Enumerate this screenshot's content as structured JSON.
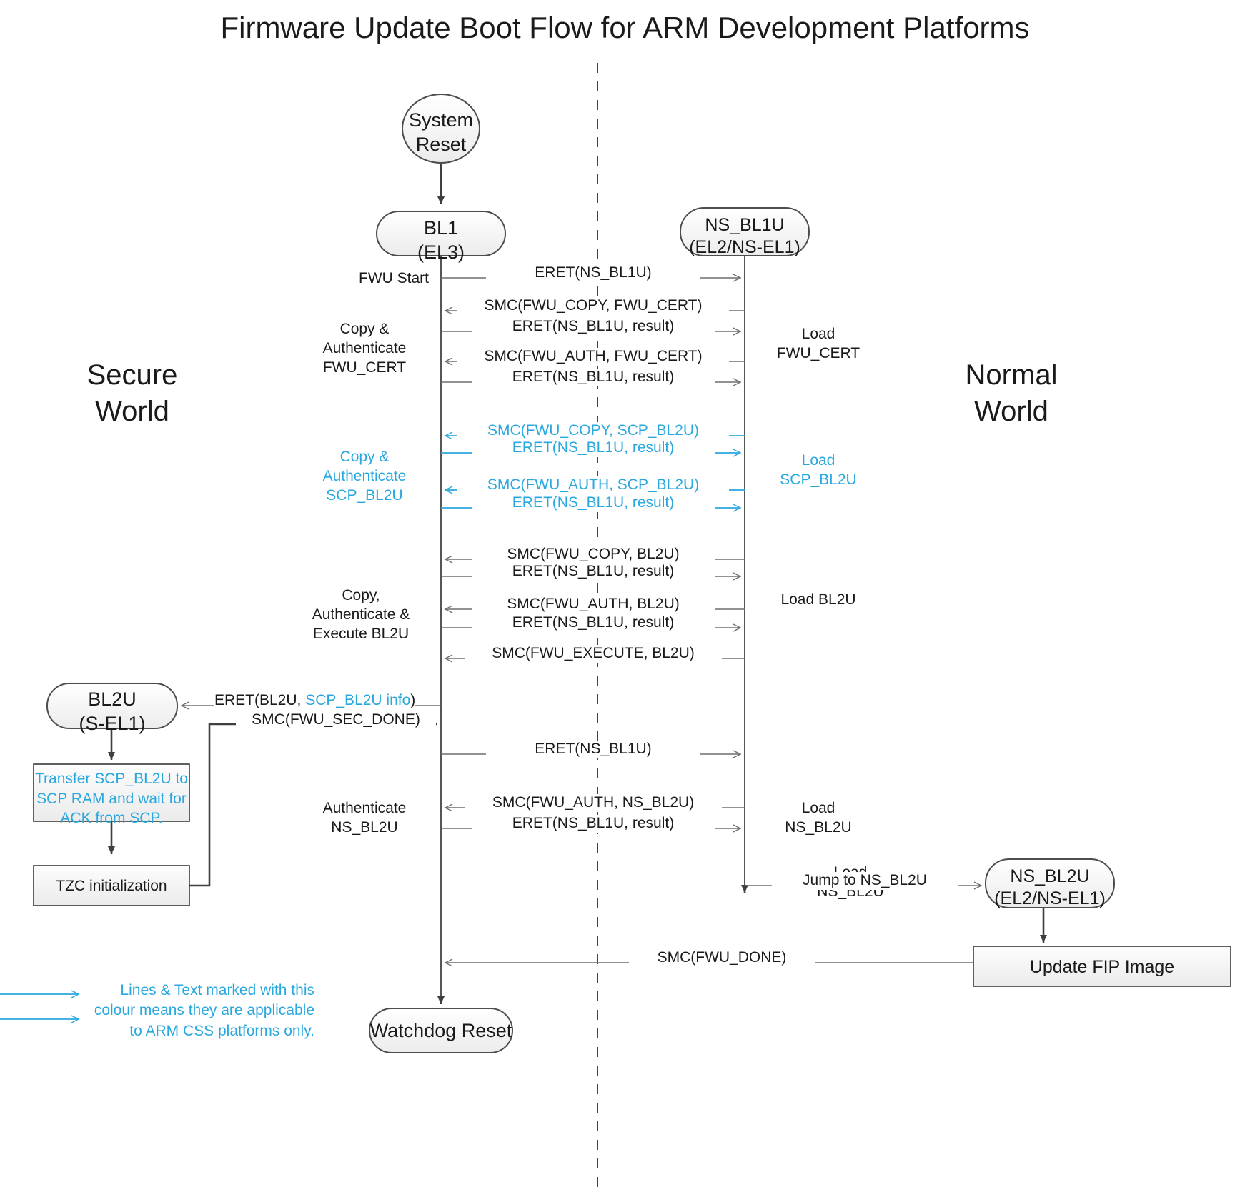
{
  "title": "Firmware Update Boot Flow for ARM Development Platforms",
  "colors": {
    "accent_cyan": "#29a8e0",
    "line_dark": "#3f3f3f",
    "line_grey": "#6e6e6e",
    "node_fill_top": "#ffffff",
    "node_fill_bottom": "#efefef",
    "node_stroke": "#4d4d4d",
    "text": "#1a1a1a"
  },
  "worlds": {
    "secure": "Secure\nWorld",
    "normal": "Normal\nWorld"
  },
  "nodes": {
    "system_reset": "System\nReset",
    "bl1": "BL1\n(EL3)",
    "ns_bl1u": "NS_BL1U\n(EL2/NS-EL1)",
    "bl2u": "BL2U\n(S-EL1)",
    "ns_bl2u": "NS_BL2U\n(EL2/NS-EL1)",
    "watchdog_reset": "Watchdog Reset",
    "transfer_scp": "Transfer SCP_BL2U to\nSCP RAM and wait for\nACK from SCP.",
    "tzc_init": "TZC initialization",
    "update_fip": "Update FIP Image"
  },
  "messages": [
    {
      "id": "m1",
      "text": "ERET(NS_BL1U)",
      "dir": "right",
      "cyan": false
    },
    {
      "id": "m2",
      "text": "SMC(FWU_COPY, FWU_CERT)",
      "dir": "left",
      "cyan": false
    },
    {
      "id": "m3",
      "text": "ERET(NS_BL1U, result)",
      "dir": "right",
      "cyan": false
    },
    {
      "id": "m4",
      "text": "SMC(FWU_AUTH, FWU_CERT)",
      "dir": "left",
      "cyan": false
    },
    {
      "id": "m5",
      "text": "ERET(NS_BL1U, result)",
      "dir": "right",
      "cyan": false
    },
    {
      "id": "m6",
      "text": "SMC(FWU_COPY, SCP_BL2U)",
      "dir": "left",
      "cyan": true
    },
    {
      "id": "m7",
      "text": "ERET(NS_BL1U, result)",
      "dir": "right",
      "cyan": true
    },
    {
      "id": "m8",
      "text": "SMC(FWU_AUTH, SCP_BL2U)",
      "dir": "left",
      "cyan": true
    },
    {
      "id": "m9",
      "text": "ERET(NS_BL1U, result)",
      "dir": "right",
      "cyan": true
    },
    {
      "id": "m10",
      "text": "SMC(FWU_COPY, BL2U)",
      "dir": "left",
      "cyan": false
    },
    {
      "id": "m11",
      "text": "ERET(NS_BL1U, result)",
      "dir": "right",
      "cyan": false
    },
    {
      "id": "m12",
      "text": "SMC(FWU_AUTH, BL2U)",
      "dir": "left",
      "cyan": false
    },
    {
      "id": "m13",
      "text": "ERET(NS_BL1U, result)",
      "dir": "right",
      "cyan": false
    },
    {
      "id": "m14",
      "text": "SMC(FWU_EXECUTE, BL2U)",
      "dir": "left",
      "cyan": false
    },
    {
      "id": "m15",
      "text": "ERET(NS_BL1U)",
      "dir": "right",
      "cyan": false
    },
    {
      "id": "m16",
      "text": "SMC(FWU_AUTH, NS_BL2U)",
      "dir": "left",
      "cyan": false
    },
    {
      "id": "m17",
      "text": "ERET(NS_BL1U, result)",
      "dir": "right",
      "cyan": false
    },
    {
      "id": "m18",
      "text": "SMC(FWU_DONE)",
      "dir": "left",
      "cyan": false
    },
    {
      "id": "m19",
      "text": "Jump to NS_BL2U",
      "dir": "right",
      "cyan": false
    },
    {
      "id": "m20",
      "text": "SMC(FWU_SEC_DONE)",
      "dir": "right",
      "cyan": false
    }
  ],
  "eret_bl2u": {
    "prefix": "ERET(BL2U, ",
    "highlight": "SCP_BL2U info",
    "suffix": ")"
  },
  "side_labels": {
    "fwu_start": "FWU Start",
    "copy_auth_fwu_cert": "Copy &\nAuthenticate\nFWU_CERT",
    "copy_auth_scp_bl2u": "Copy &\nAuthenticate\nSCP_BL2U",
    "copy_auth_exec_bl2u": "Copy,\nAuthenticate &\nExecute BL2U",
    "authenticate_ns_bl2u": "Authenticate\nNS_BL2U",
    "load_fwu_cert": "Load\nFWU_CERT",
    "load_scp_bl2u": "Load\nSCP_BL2U",
    "load_bl2u": "Load BL2U",
    "load_ns_bl2u": "Load\nNS_BL2U"
  },
  "legend": {
    "text": "Lines & Text marked with this\ncolour means they are applicable\nto ARM CSS platforms only.",
    "arrow_count": 2
  }
}
